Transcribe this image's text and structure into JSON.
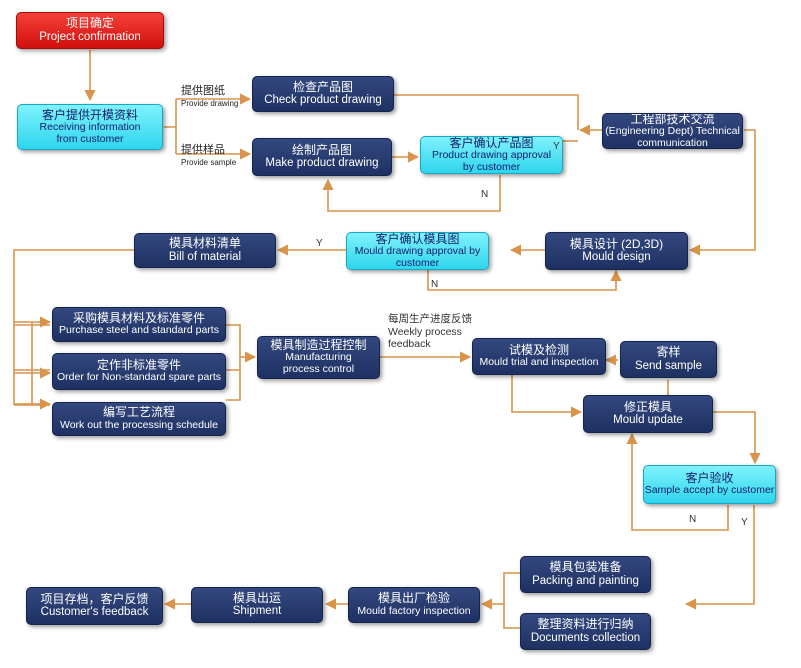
{
  "nodes": {
    "project": {
      "zh": "项目确定",
      "en": "Project confirmation"
    },
    "receiving": {
      "zh": "客户提供开模资料",
      "en1": "Receiving information",
      "en2": "from customer"
    },
    "check": {
      "zh": "检查产品图",
      "en": "Check product drawing"
    },
    "make": {
      "zh": "绘制产品图",
      "en": "Make product drawing"
    },
    "approval": {
      "zh": "客户确认产品图",
      "en1": "Product drawing approval",
      "en2": "by customer"
    },
    "engineering": {
      "zh": "工程部技术交流",
      "en1": "(Engineering Dept) Technical",
      "en2": "communication"
    },
    "bom": {
      "zh": "模具材料清单",
      "en": "Bill of material"
    },
    "mould_approval": {
      "zh": "客户确认模具图",
      "en1": "Mould drawing approval by",
      "en2": "customer"
    },
    "mould_design": {
      "zh": "模具设计 (2D,3D)",
      "en": "Mould design"
    },
    "purchase": {
      "zh": "采购模具材料及标准零件",
      "en": "Purchase steel and standard parts"
    },
    "order": {
      "zh": "定作非标准零件",
      "en": "Order for Non-standard spare parts"
    },
    "schedule": {
      "zh": "编写工艺流程",
      "en": "Work out the processing schedule"
    },
    "manufacturing": {
      "zh": "模具制造过程控制",
      "en1": "Manufacturing",
      "en2": "process control"
    },
    "trial": {
      "zh": "试模及检测",
      "en": "Mould trial and inspection"
    },
    "send": {
      "zh": "寄样",
      "en": "Send sample"
    },
    "update": {
      "zh": "修正模具",
      "en": "Mould update"
    },
    "accept": {
      "zh": "客户验收",
      "en": "Sample accept by customer"
    },
    "packing": {
      "zh": "模具包装准备",
      "en": "Packing and painting"
    },
    "documents": {
      "zh": "整理资料进行归纳",
      "en": "Documents collection"
    },
    "factory": {
      "zh": "模具出厂检验",
      "en": "Mould factory inspection"
    },
    "shipment": {
      "zh": "模具出运",
      "en": "Shipment"
    },
    "archive": {
      "zh": "项目存档，客户反馈",
      "en": "Customer's feedback"
    }
  },
  "labels": {
    "provide_drawing_zh": "提供图纸",
    "provide_drawing_en": "Provide drawing",
    "provide_sample_zh": "提供样品",
    "provide_sample_en": "Provide sample",
    "weekly_zh": "每周生产进度反馈",
    "weekly_en1": "Weekly process",
    "weekly_en2": "feedback",
    "y1": "Y",
    "n1": "N",
    "y2": "Y",
    "n2": "N",
    "n3": "N",
    "y3": "Y"
  },
  "colors": {
    "flow_line": "#d9934a",
    "process_box": "#24376b",
    "decision_box": "#33dbf1",
    "start_box": "#e0201b"
  }
}
